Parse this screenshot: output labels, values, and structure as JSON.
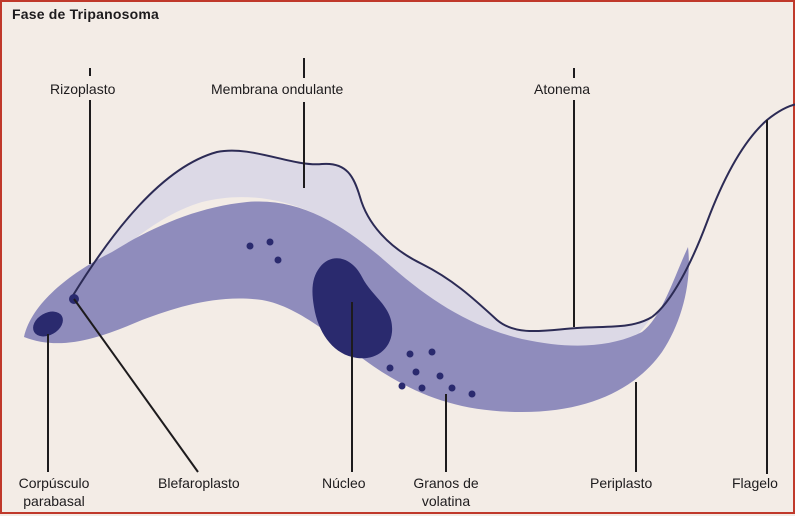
{
  "title": "Fase de Tripanosoma",
  "labels": {
    "rizoplasto": "Rizoplasto",
    "membrana": "Membrana ondulante",
    "atonema": "Atonema",
    "corpusculo_line1": "Corpúsculo",
    "corpusculo_line2": "parabasal",
    "blefaroplasto": "Blefaroplasto",
    "nucleo": "Núcleo",
    "granos_line1": "Granos de",
    "granos_line2": "volatina",
    "periplasto": "Periplasto",
    "flagelo": "Flagelo"
  },
  "colors": {
    "border": "#c0392b",
    "background": "#f3ece6",
    "membrane": "#dcd9e6",
    "body": "#8f8cbc",
    "nucleus": "#2a2a6e",
    "outline": "#2c2b55",
    "text": "#1d1b1d"
  }
}
